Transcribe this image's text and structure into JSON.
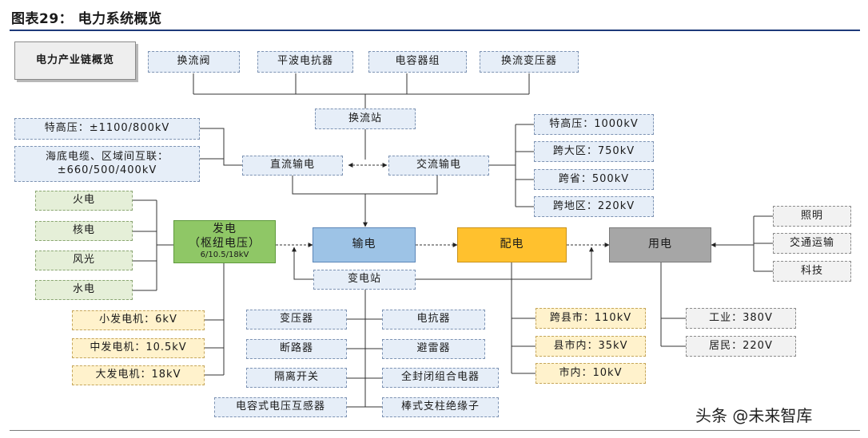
{
  "header": {
    "title": "图表29：  电力系统概览"
  },
  "overview_label": "电力产业链概览",
  "converter": {
    "components": [
      "换流阀",
      "平波电抗器",
      "电容器组",
      "换流变压器"
    ],
    "station": "换流站"
  },
  "dc": {
    "label": "直流输电",
    "types": [
      "特高压：±1100/800kV",
      "海底电缆、区域间互联：\n±660/500/400kV"
    ]
  },
  "ac": {
    "label": "交流输电",
    "levels": [
      "特高压：1000kV",
      "跨大区：750kV",
      "跨省：500kV",
      "跨地区：220kV"
    ]
  },
  "generation": {
    "label": "发电",
    "sublabel": "（枢纽电压）",
    "voltage": "6/10.5/18kV",
    "sources": [
      "火电",
      "核电",
      "风光",
      "水电"
    ],
    "generators": [
      "小发电机：6kV",
      "中发电机：10.5kV",
      "大发电机：18kV"
    ]
  },
  "transmission": {
    "label": "输电"
  },
  "distribution": {
    "label": "配电",
    "levels": [
      "跨县市：110kV",
      "县市内：35kV",
      "市内：10kV"
    ]
  },
  "consumption": {
    "label": "用电",
    "sectors": [
      "照明",
      "交通运输",
      "科技"
    ],
    "users": [
      "工业：380V",
      "居民：220V"
    ]
  },
  "substation": {
    "label": "变电站",
    "equipment_left": [
      "变压器",
      "断路器",
      "隔离开关",
      "电容式电压互感器"
    ],
    "equipment_right": [
      "电抗器",
      "避雷器",
      "全封闭组合电器",
      "棒式支柱绝缘子"
    ]
  },
  "watermark": "头条 @未来智库",
  "colors": {
    "accent_blue": "#9dc3e6",
    "accent_green": "#8fc766",
    "accent_yellow": "#ffc12e",
    "accent_grey": "#a6a6a6",
    "title_rule": "#1e3a7a"
  }
}
